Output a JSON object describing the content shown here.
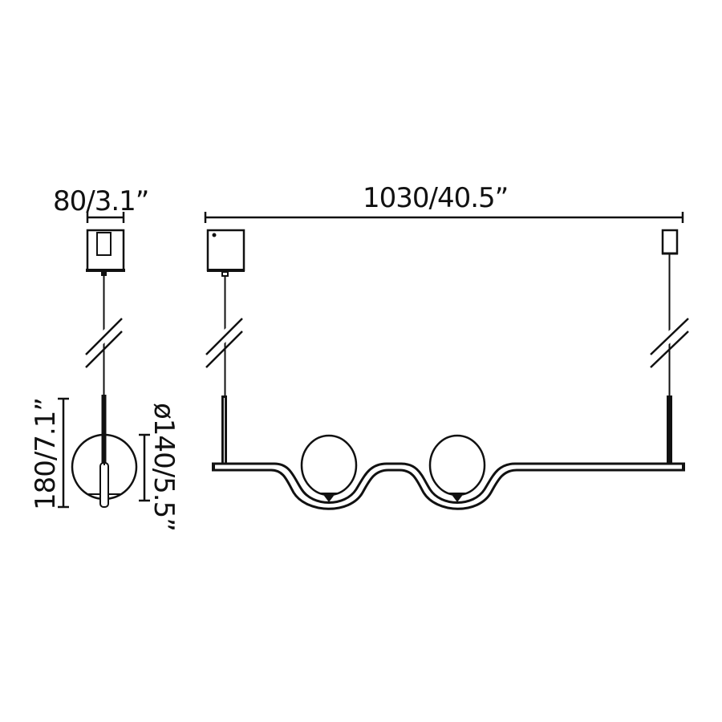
{
  "drawing": {
    "subject": "linear pendant lamp with two globe shades",
    "line_color": "#111111",
    "background_color": "#ffffff",
    "side_view": {
      "canopy_width_label": "80/3.1”",
      "fixture_height_label": "180/7.1”",
      "globe_diameter_label": "ø140/5.5”"
    },
    "front_view": {
      "overall_length_label": "1030/40.5”",
      "globe_count": 2
    }
  }
}
